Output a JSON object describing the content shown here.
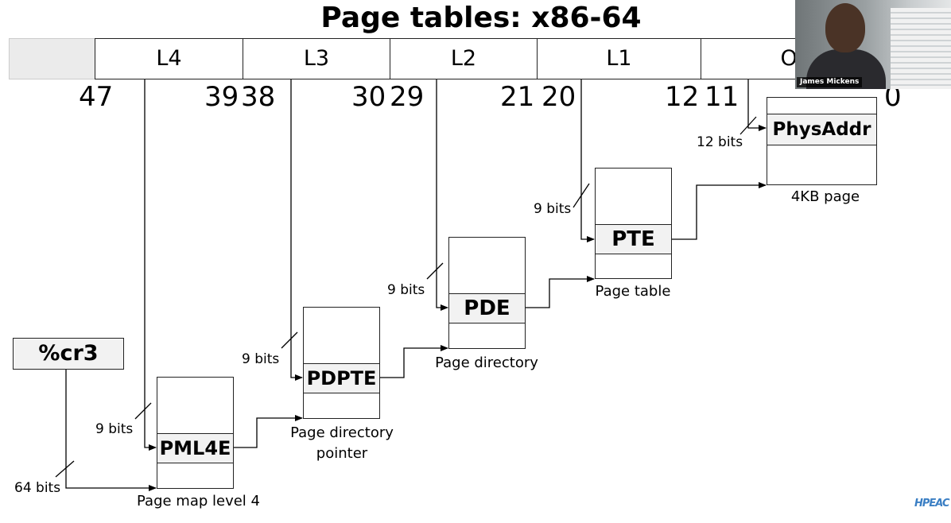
{
  "title": "Page tables: x86-64",
  "address_fields": [
    "",
    "L4",
    "L3",
    "L2",
    "L1",
    "Offs"
  ],
  "bit_numbers": [
    "47",
    "39",
    "38",
    "30",
    "29",
    "21",
    "20",
    "12",
    "11",
    "0"
  ],
  "register": "%cr3",
  "tables": [
    {
      "entry": "PML4E",
      "caption": "Page map level 4",
      "caption_line2": ""
    },
    {
      "entry": "PDPTE",
      "caption": "Page directory",
      "caption_line2": "pointer"
    },
    {
      "entry": "PDE",
      "caption": "Page directory",
      "caption_line2": ""
    },
    {
      "entry": "PTE",
      "caption": "Page table",
      "caption_line2": ""
    },
    {
      "entry": "PhysAddr",
      "caption": "4KB page",
      "caption_line2": ""
    }
  ],
  "bit_widths": {
    "cr3": "64 bits",
    "l4": "9 bits",
    "l3": "9 bits",
    "l2": "9 bits",
    "l1": "9 bits",
    "offset": "12 bits"
  },
  "webcam": {
    "name": "James Mickens"
  },
  "logo_text": "HPEAC",
  "colors": {
    "entry_fill": "#f2f2f2",
    "line": "#000000"
  }
}
